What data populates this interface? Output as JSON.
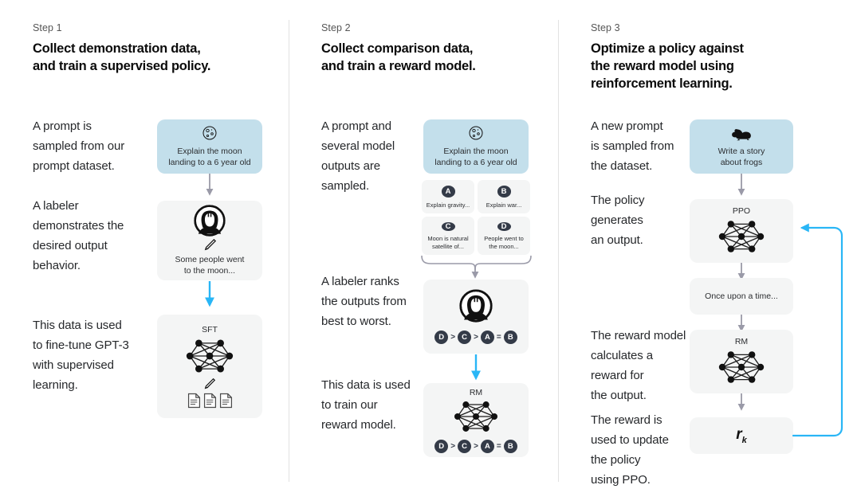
{
  "diagram": {
    "title": "InstructGPT / RLHF three-step training diagram",
    "accent_blue": "#29b6f6",
    "prompt_box_color": "#c3dfeb",
    "card_color": "#f4f5f5",
    "badge_color": "#343b48",
    "arrow_color": "#9a9aa8"
  },
  "steps": [
    {
      "label": "Step 1",
      "title_line_1": "Collect demonstration data,",
      "title_line_2": "and train a supervised policy.",
      "paragraphs": [
        "A prompt is\nsampled from our\nprompt dataset.",
        "A labeler\ndemonstrates the\ndesired output\nbehavior.",
        "This data is used\nto fine-tune GPT-3\nwith supervised\nlearning."
      ],
      "prompt_box": {
        "icon": "moon-icon",
        "caption": "Explain the moon\nlanding to a 6 year old"
      },
      "labeler_box": {
        "icon": "labeler-avatar-icon",
        "pencil": "pencil-icon",
        "caption": "Some people went\nto the moon..."
      },
      "model_box": {
        "tag": "SFT",
        "icon": "neural-network-icon",
        "pencil": "pencil-icon",
        "docs": "documents-icon"
      }
    },
    {
      "label": "Step 2",
      "title_line_1": "Collect comparison data,",
      "title_line_2": "and train a reward model.",
      "paragraphs": [
        "A prompt and\nseveral model\noutputs are\nsampled.",
        "A labeler ranks\nthe outputs from\nbest to worst.",
        "This data is used\nto train our\nreward model."
      ],
      "prompt_box": {
        "icon": "moon-icon",
        "caption": "Explain the moon\nlanding to a 6 year old"
      },
      "options": [
        {
          "badge": "A",
          "text": "Explain gravity..."
        },
        {
          "badge": "B",
          "text": "Explain war..."
        },
        {
          "badge": "C",
          "text": "Moon is natural\nsatellite of..."
        },
        {
          "badge": "D",
          "text": "People went to\nthe moon..."
        }
      ],
      "rank_box": {
        "icon": "labeler-avatar-icon",
        "ranking": [
          "D",
          ">",
          "C",
          ">",
          "A",
          "=",
          "B"
        ]
      },
      "reward_box": {
        "tag": "RM",
        "icon": "neural-network-icon",
        "ranking": [
          "D",
          ">",
          "C",
          ">",
          "A",
          "=",
          "B"
        ]
      }
    },
    {
      "label": "Step 3",
      "title_line_1": "Optimize a policy against",
      "title_line_2": "the reward model using",
      "title_line_3": "reinforcement learning.",
      "paragraphs": [
        "A new prompt\nis sampled from\nthe dataset.",
        "The policy\ngenerates\nan output.",
        "The reward model\ncalculates a\nreward for\nthe output.",
        "The reward is\nused to update\nthe policy\nusing PPO."
      ],
      "prompt_box": {
        "icon": "frog-icon",
        "caption": "Write a story\nabout frogs"
      },
      "policy_box": {
        "tag": "PPO",
        "icon": "neural-network-icon"
      },
      "output_box": {
        "caption": "Once upon a time..."
      },
      "reward_box": {
        "tag": "RM",
        "icon": "neural-network-icon"
      },
      "reward_value_box": {
        "symbol": "r",
        "subscript": "k"
      }
    }
  ]
}
